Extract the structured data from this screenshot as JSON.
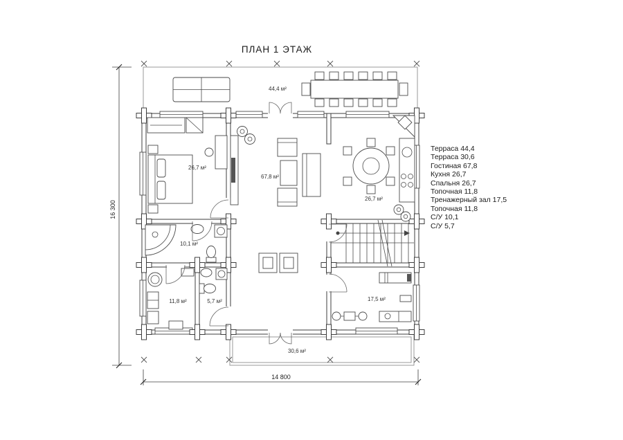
{
  "title": "ПЛАН 1 ЭТАЖ",
  "rooms": {
    "terrace_top": "44,4 м²",
    "bedroom": "26,7 м²",
    "living": "67,8 м²",
    "kitchen": "26,7 м²",
    "bathroom_large": "10,1 м²",
    "boiler": "11,8 м²",
    "bathroom_small": "5,7 м²",
    "gym": "17,5 м²",
    "terrace_bottom": "30,6 м²"
  },
  "dimensions": {
    "width": "14 800",
    "height": "16 300"
  },
  "legend": {
    "items": [
      "Терраса 44,4",
      "Терраса 30,6",
      "Гостиная 67,8",
      "Кухня 26,7",
      "Спальня 26,7",
      "Топочная 11,8",
      "Тренажерный зал 17,5",
      "Топочная 11,8",
      "С/У 10,1",
      "С/У 5,7"
    ]
  }
}
